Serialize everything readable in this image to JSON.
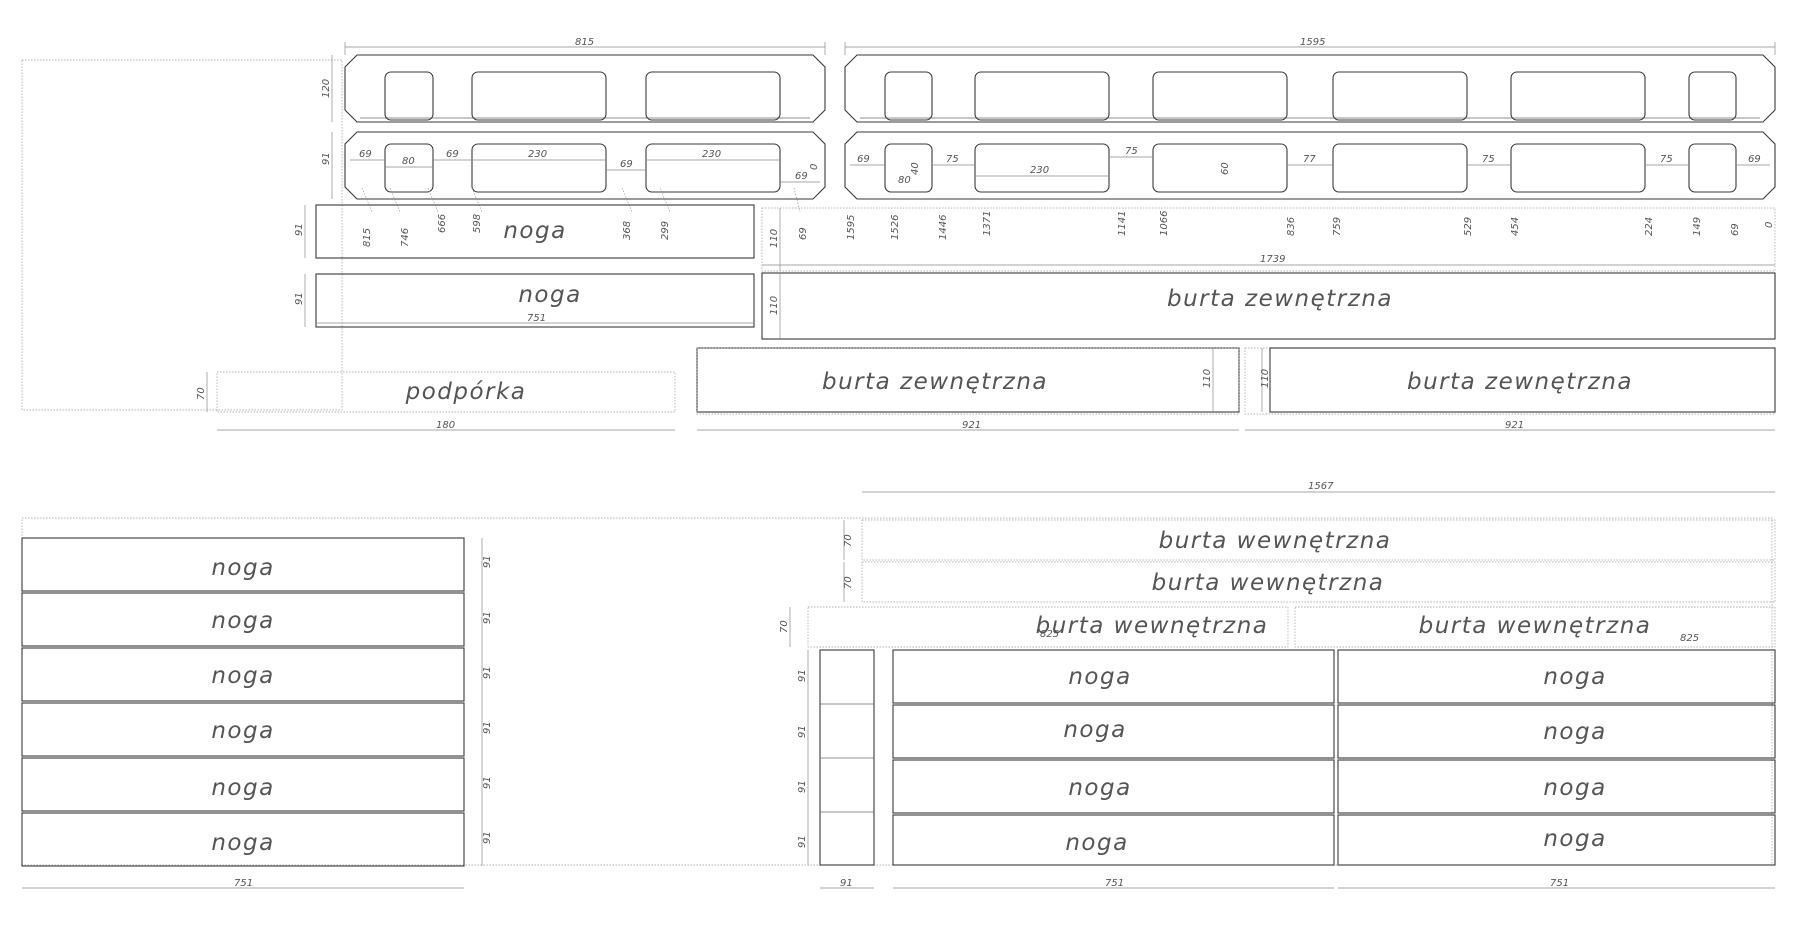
{
  "labels": {
    "noga": "noga",
    "burta_zewnetrzna": "burta zewnętrzna",
    "burta_wewnetrzna": "burta wewnętrzna",
    "podporka": "podpórka"
  },
  "dims": {
    "d815": "815",
    "d1595": "1595",
    "d120": "120",
    "d91": "91",
    "d69": "69",
    "d80": "80",
    "d230": "230",
    "d75": "75",
    "d77": "77",
    "d60": "60",
    "d751": "751",
    "d1739": "1739",
    "d110": "110",
    "d180": "180",
    "d70": "70",
    "d921": "921",
    "d1567": "1567",
    "d825": "825",
    "d0": "0",
    "o815": "815",
    "o746": "746",
    "o666": "666",
    "o598": "598",
    "o368": "368",
    "o299": "299",
    "o1595": "1595",
    "o1526": "1526",
    "o1446": "1446",
    "o1371": "1371",
    "o1141": "1141",
    "o1066": "1066",
    "o836": "836",
    "o759": "759",
    "o529": "529",
    "o454": "454",
    "o224": "224",
    "o149": "149"
  }
}
